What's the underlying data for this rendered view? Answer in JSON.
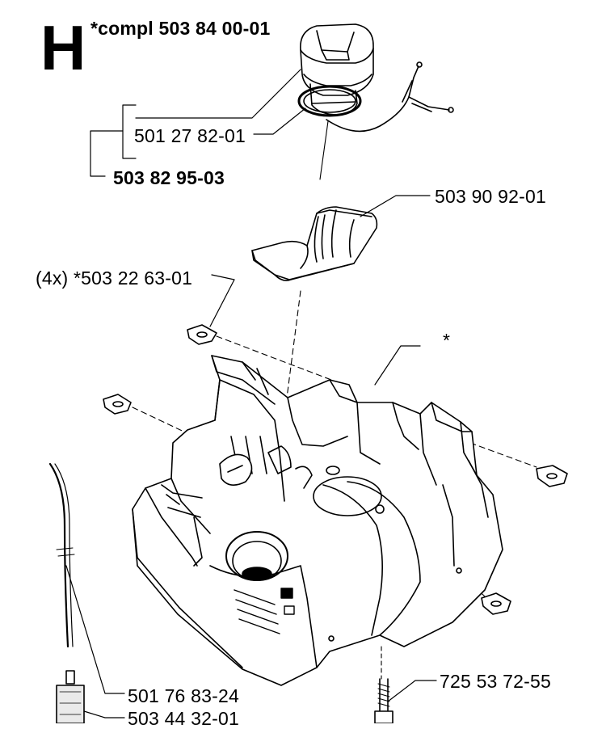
{
  "section_letter": "H",
  "labels": {
    "compl": "*compl 503 84 00-01",
    "ring": "501 27 82-01",
    "cap_assembly": "503 82 95-03",
    "cover": "503 90 92-01",
    "nut": "(4x) *503 22 63-01",
    "star": "*",
    "hose": "501 76 83-24",
    "filter": "503 44 32-01",
    "screw": "725 53 72-55"
  },
  "colors": {
    "ink": "#000000",
    "paper": "#ffffff",
    "shade": "#d9d9d9"
  }
}
